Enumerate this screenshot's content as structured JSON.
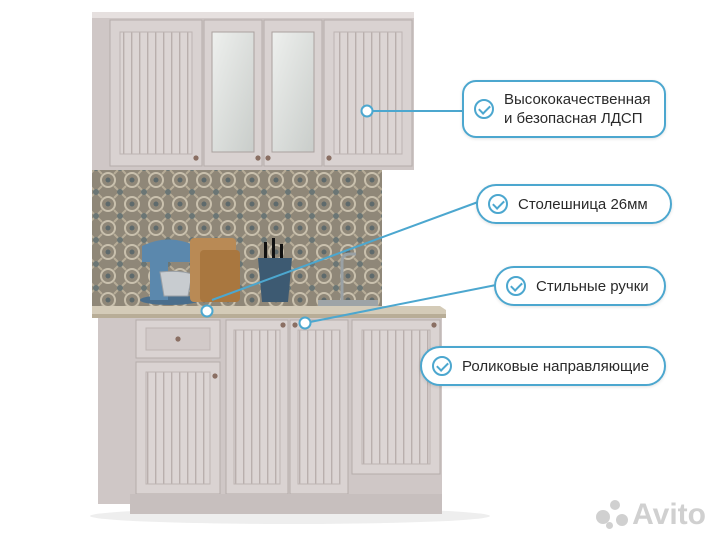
{
  "callouts": [
    {
      "lines": [
        "Высококачественная",
        "и безопасная ЛДСП"
      ]
    },
    {
      "lines": [
        "Столешница 26мм"
      ]
    },
    {
      "lines": [
        "Стильные ручки"
      ]
    },
    {
      "lines": [
        "Роликовые направляющие"
      ]
    }
  ],
  "watermark": {
    "text": "Avito"
  },
  "colors": {
    "accent": "#4ca7cf",
    "cabinet": "#d9d1d0",
    "countertop": "#cfc5b2",
    "backsplash": "#8f8778"
  },
  "icons": [
    "check-circle-icon"
  ]
}
